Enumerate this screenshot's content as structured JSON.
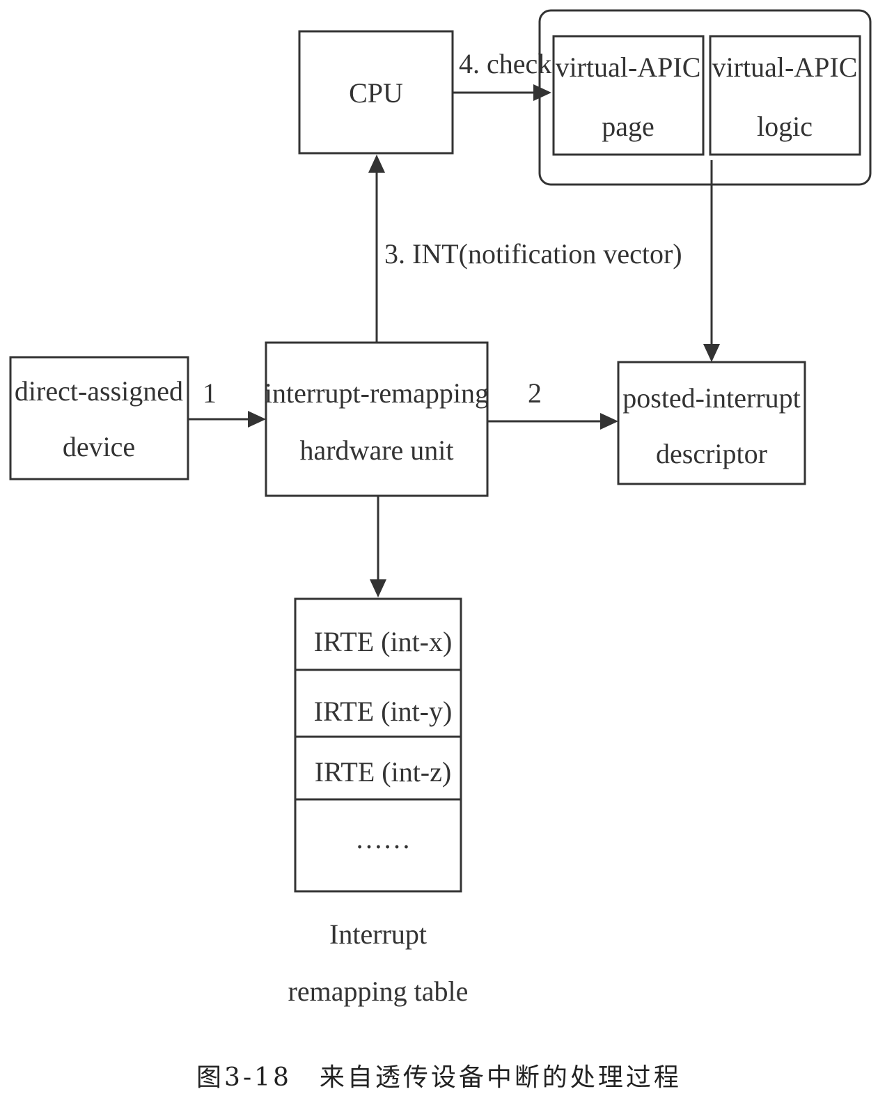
{
  "nodes": {
    "cpu": {
      "label": "CPU"
    },
    "vapic_page": {
      "line1": "virtual-APIC",
      "line2": "page"
    },
    "vapic_logic": {
      "line1": "virtual-APIC",
      "line2": "logic"
    },
    "device": {
      "line1": "direct-assigned",
      "line2": "device"
    },
    "irhu": {
      "line1": "interrupt-remapping",
      "line2": "hardware unit"
    },
    "pid": {
      "line1": "posted-interrupt",
      "line2": "descriptor"
    }
  },
  "table": {
    "rows": [
      "IRTE (int-x)",
      "IRTE (int-y)",
      "IRTE (int-z)",
      "……"
    ],
    "title_line1": "Interrupt",
    "title_line2": "remapping table"
  },
  "edges": {
    "e1": "1",
    "e2": "2",
    "e3": "3. INT(notification vector)",
    "e4": "4. check"
  },
  "caption": "图3-18　来自透传设备中断的处理过程"
}
